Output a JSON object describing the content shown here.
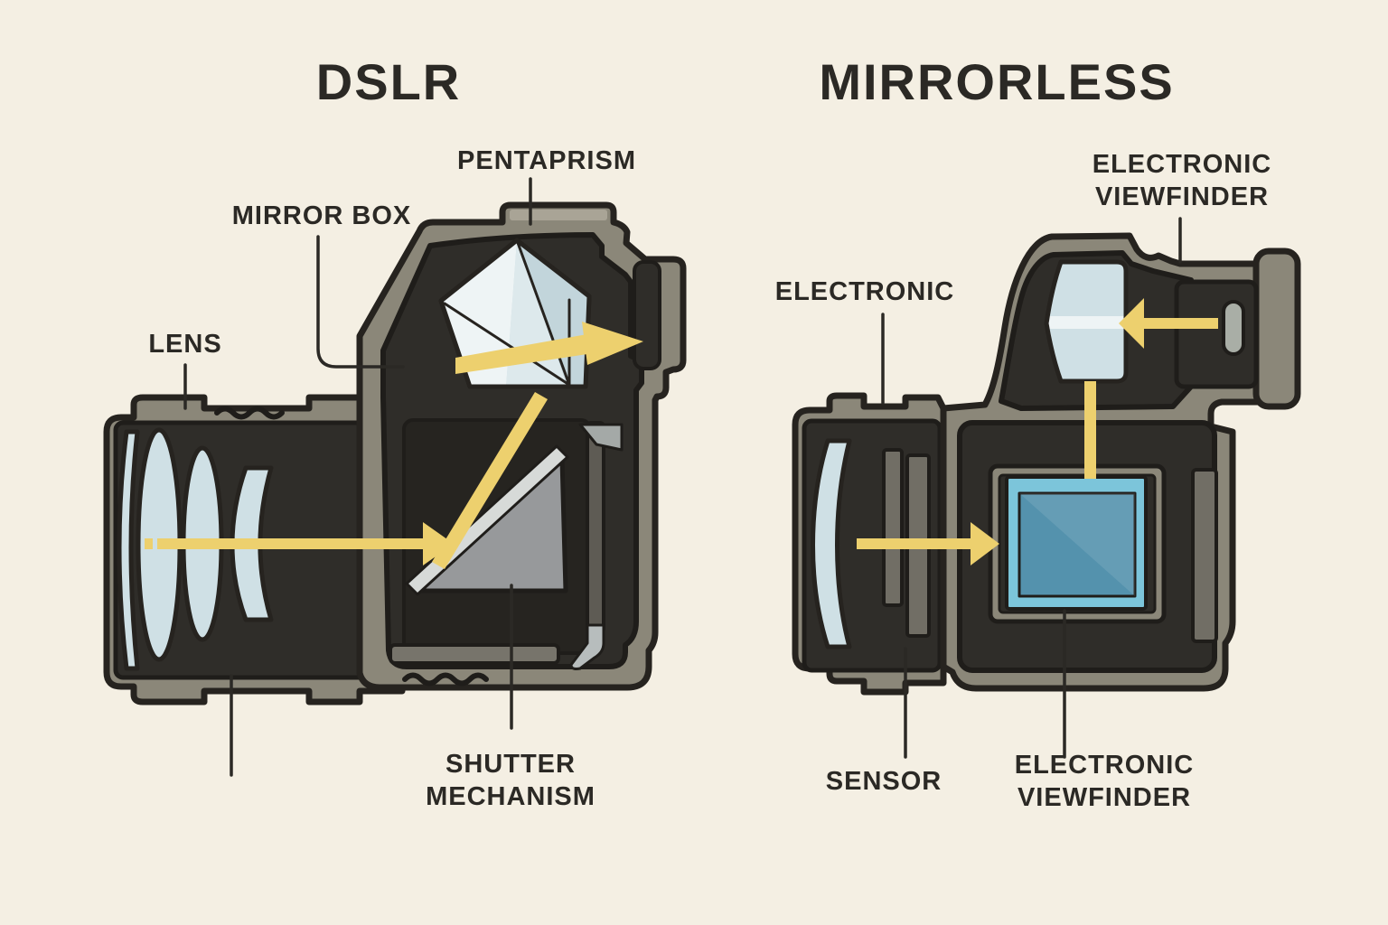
{
  "palette": {
    "bg": "#f4efe3",
    "ink": "#2b2925",
    "outline": "#26231f",
    "innerline": "#1f1d1a",
    "shell": "#8b8779",
    "shellLight": "#a9a496",
    "interior": "#2f2d29",
    "deep": "#262420",
    "panel": "#716e65",
    "baseStrip": "#77746b",
    "column": "#5e5b54",
    "tabLight": "#a4a9a7",
    "hook": "#b7bdbd",
    "glass": "#cfe0e5",
    "glassHi": "#e9f1f2",
    "prism": "#cfdee3",
    "prismHi": "#eef4f5",
    "prismMid": "#dde9ec",
    "prismDark": "#c2d5db",
    "mirror": "#97999b",
    "mirrorStrip": "#d7dad8",
    "yellow": "#edd06e",
    "sensorBorder": "#7cc5da",
    "sensorFill": "#5492ad",
    "pill": "#a9aea6"
  },
  "titles": {
    "dslr": "DSLR",
    "mirrorless": "MIRRORLESS"
  },
  "dslr": {
    "labels": {
      "pentaprism": "PENTAPRISM",
      "mirror_box": "MIRROR BOX",
      "lens": "LENS",
      "shutter_line1": "SHUTTER",
      "shutter_line2": "MECHANISM"
    }
  },
  "mirrorless": {
    "labels": {
      "evf_top_line1": "ELECTRONIC",
      "evf_top_line2": "VIEWFINDER",
      "electronic": "ELECTRONIC",
      "sensor": "SENSOR",
      "evf_bottom_line1": "ELECTRONIC",
      "evf_bottom_line2": "VIEWFINDER"
    }
  }
}
